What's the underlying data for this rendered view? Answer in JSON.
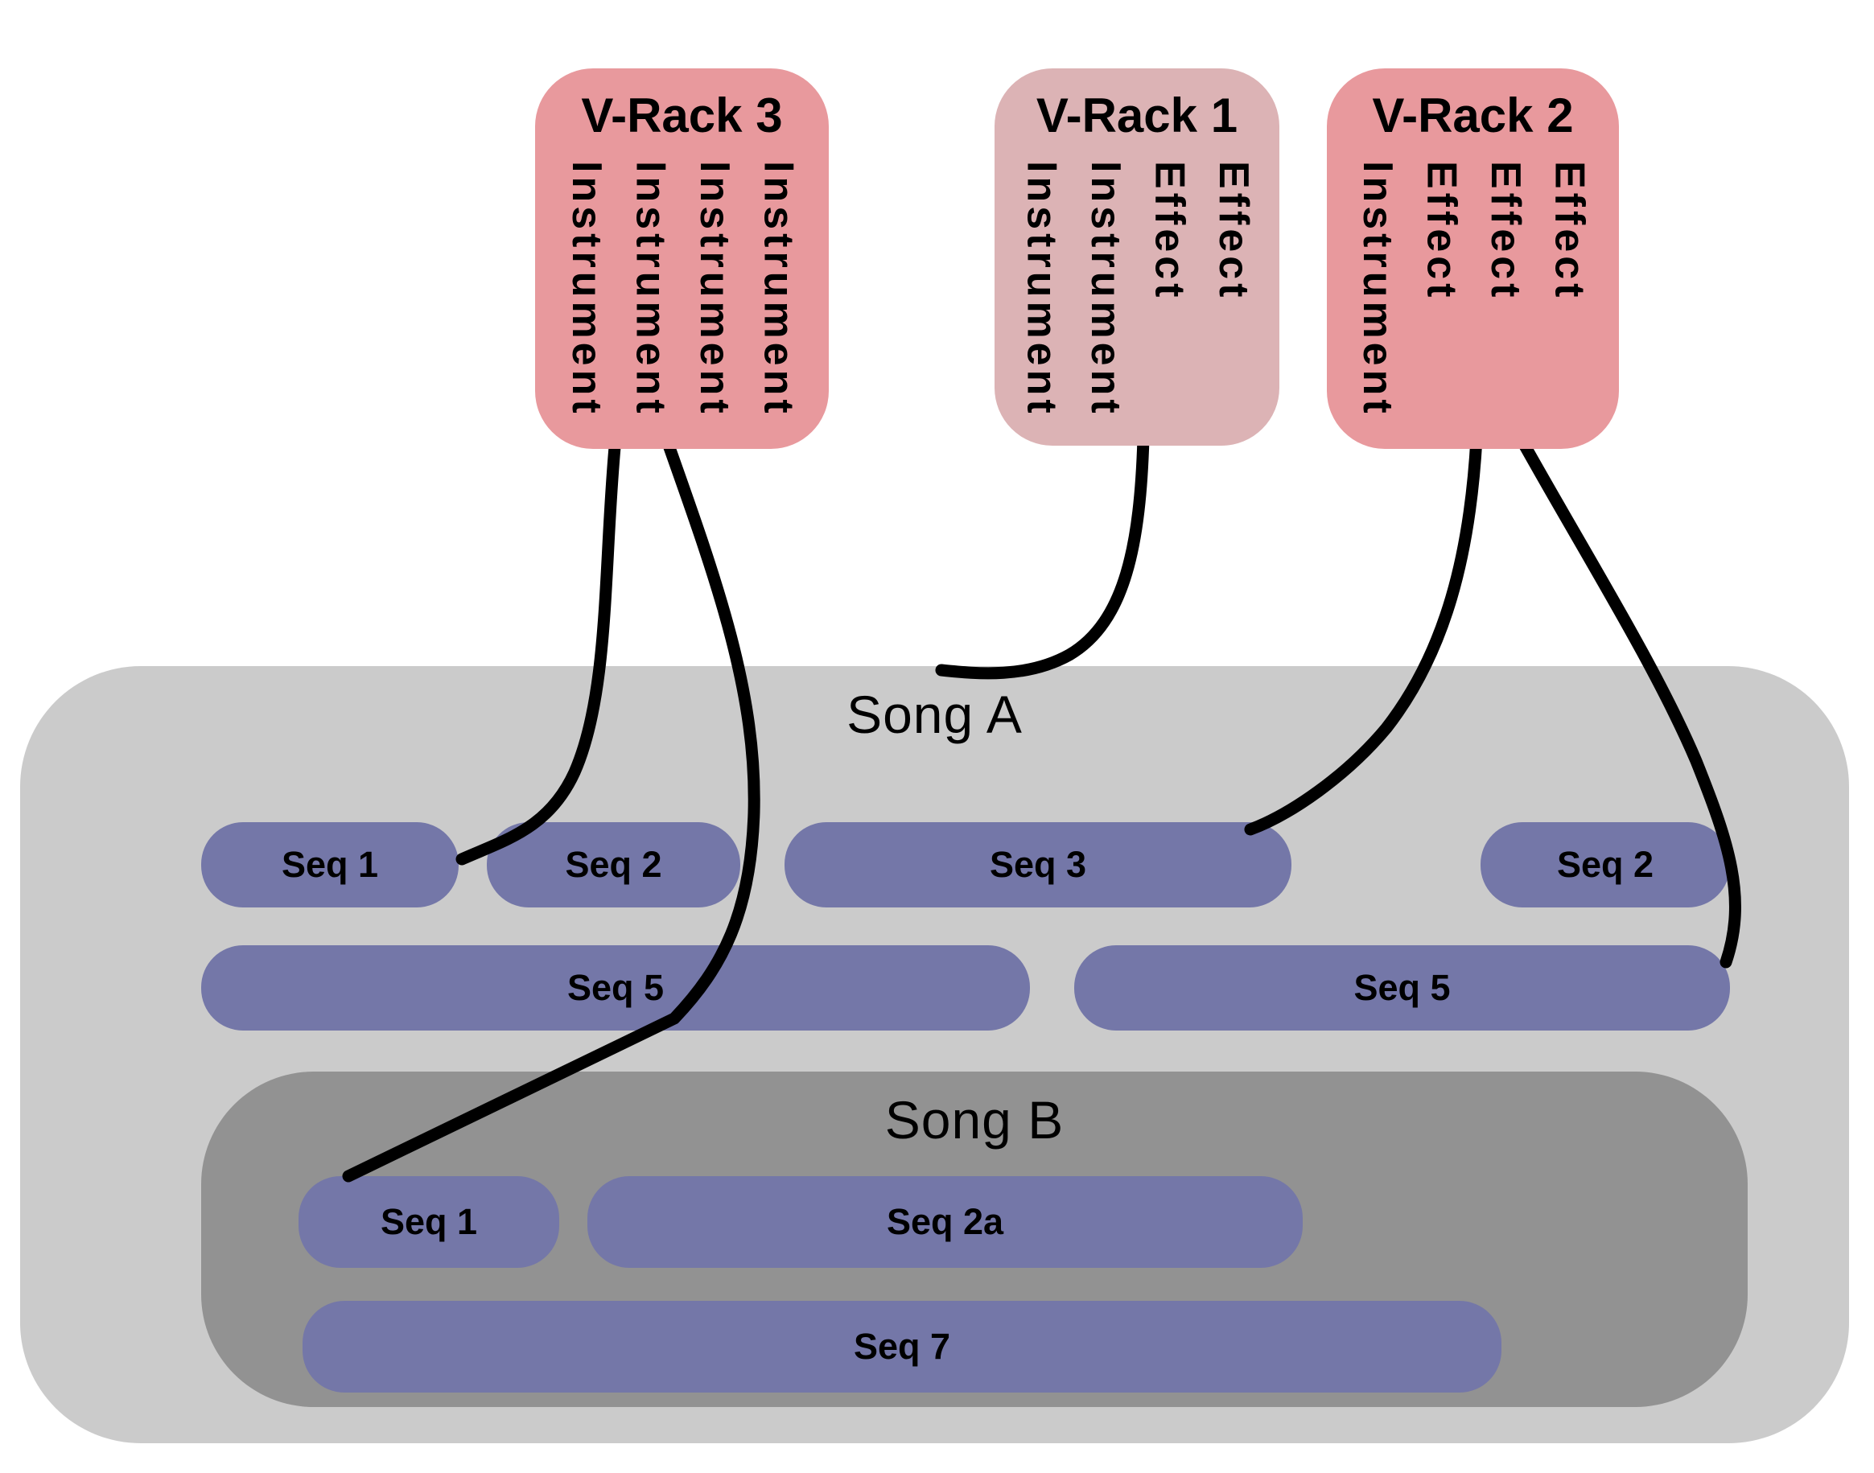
{
  "colors": {
    "rack-pink": "#e8999d",
    "rack-pink-muted": "#dcb3b5",
    "seq-purple": "#7477a8",
    "song-a-gray": "#cbcbcb",
    "song-b-gray": "#929292",
    "line-black": "#000000"
  },
  "vracks": [
    {
      "title": "V-Rack 3",
      "variant": "strong",
      "items": [
        "Instrument",
        "Instrument",
        "Instrument",
        "Instrument"
      ]
    },
    {
      "title": "V-Rack 1",
      "variant": "muted",
      "items": [
        "Instrument",
        "Instrument",
        "Effect",
        "Effect"
      ]
    },
    {
      "title": "V-Rack 2",
      "variant": "strong",
      "items": [
        "Instrument",
        "Effect",
        "Effect",
        "Effect"
      ]
    }
  ],
  "songs": [
    {
      "title": "Song A",
      "sequences": [
        {
          "label": "Seq 1"
        },
        {
          "label": "Seq 2"
        },
        {
          "label": "Seq 3"
        },
        {
          "label": "Seq 2"
        },
        {
          "label": "Seq 5"
        },
        {
          "label": "Seq 5"
        }
      ]
    },
    {
      "title": "Song B",
      "sequences": [
        {
          "label": "Seq 1"
        },
        {
          "label": "Seq 2a"
        },
        {
          "label": "Seq 7"
        }
      ]
    }
  ],
  "connectors": [
    {
      "from": "V-Rack 3",
      "to": "Song A Seq 1"
    },
    {
      "from": "V-Rack 3",
      "to": "Song B Seq 1"
    },
    {
      "from": "V-Rack 1",
      "to": "Song A"
    },
    {
      "from": "V-Rack 2",
      "to": "Song A Seq 3"
    },
    {
      "from": "V-Rack 2",
      "to": "Song A Seq 5 (right)"
    }
  ]
}
